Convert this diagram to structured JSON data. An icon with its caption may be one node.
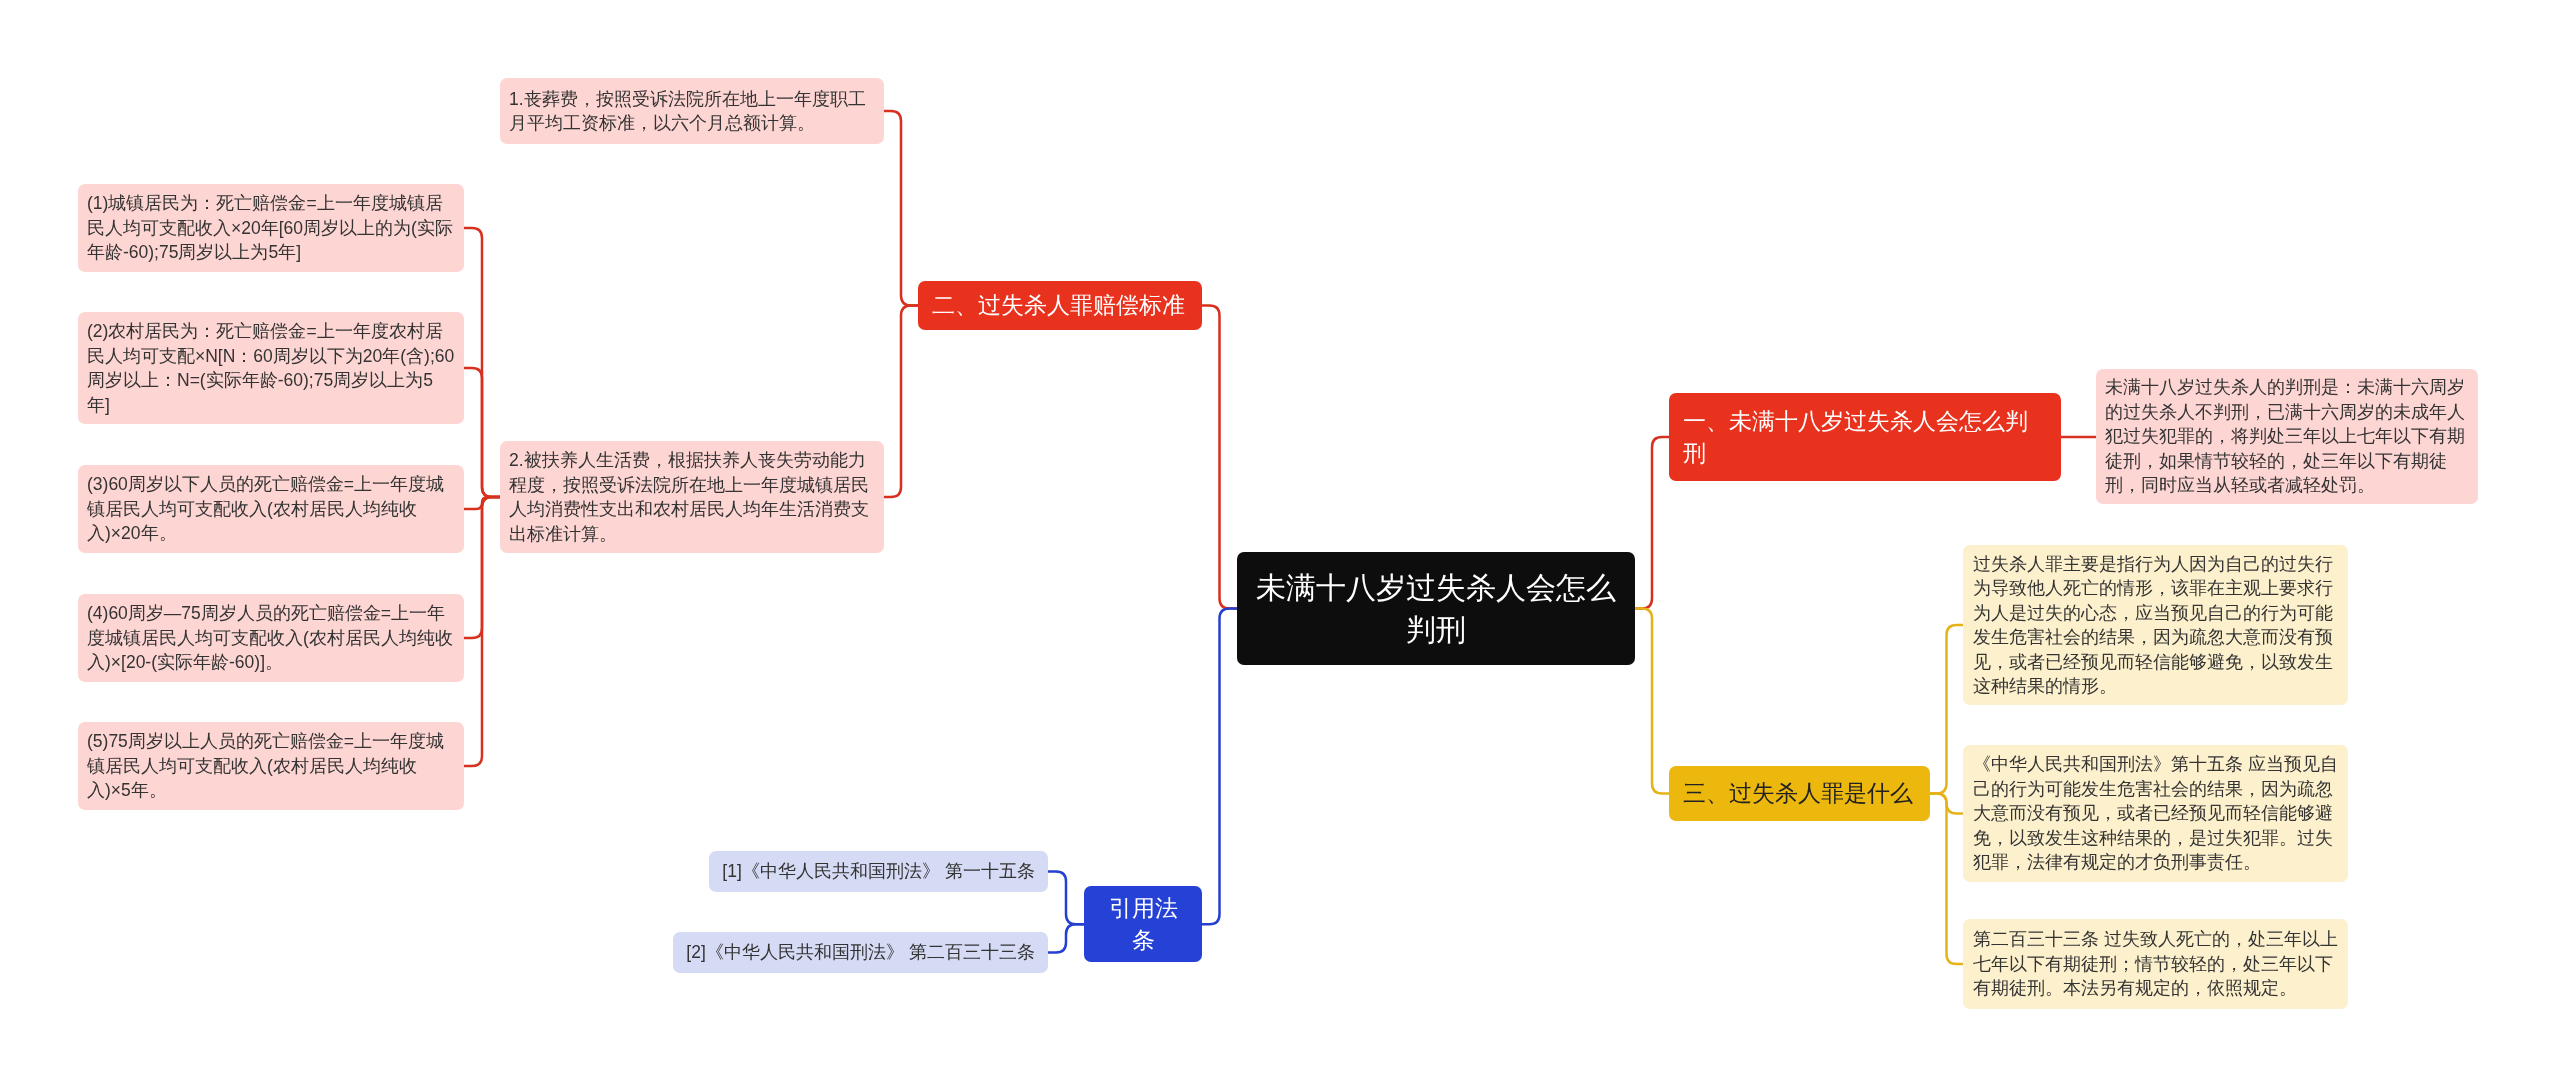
{
  "diagram": {
    "nodes": [
      {
        "text": [
          "未满十八岁过失杀人会怎么判刑"
        ]
      },
      {
        "text": [
          "二、过失杀人罪赔偿标准"
        ]
      },
      {
        "text": [
          "1.丧葬费，按照受诉法院所在地上一年度职工月平均工资标准，以六个月总额计算。"
        ]
      },
      {
        "text": [
          "2.被扶养人生活费，根据扶养人丧失劳动能力程度，按照受诉法院所在地上一年度城镇居民人均消费性支出和农村居民人均年生活消费支出标准计算。"
        ]
      },
      {
        "text": [
          "(1)城镇居民为：死亡赔偿金=上一年度城镇居民人均可支配收入×20年[60周岁以上的为(实际年龄-60);75周岁以上为5年]"
        ]
      },
      {
        "text": [
          "(2)农村居民为：死亡赔偿金=上一年度农村居民人均可支配×N[N：60周岁以下为20年(含);60周岁以上：N=(实际年龄-60);75周岁以上为5年]"
        ]
      },
      {
        "text": [
          "(3)60周岁以下人员的死亡赔偿金=上一年度城镇居民人均可支配收入(农村居民人均纯收入)×20年。"
        ]
      },
      {
        "text": [
          "(4)60周岁—75周岁人员的死亡赔偿金=上一年度城镇居民人均可支配收入(农村居民人均纯收入)×[20-(实际年龄-60)]。"
        ]
      },
      {
        "text": [
          "(5)75周岁以上人员的死亡赔偿金=上一年度城镇居民人均可支配收入(农村居民人均纯收入)×5年。"
        ]
      },
      {
        "text": [
          "引用法条"
        ]
      },
      {
        "text": [
          "[1]《中华人民共和国刑法》 第一十五条"
        ]
      },
      {
        "text": [
          "[2]《中华人民共和国刑法》 第二百三十三条"
        ]
      },
      {
        "text": [
          "一、未满十八岁过失杀人会怎么判刑"
        ]
      },
      {
        "text": [
          "未满十八岁过失杀人的判刑是：未满十六周岁的过失杀人不判刑，已满十六周岁的未成年人犯过失犯罪的，将判处三年以上七年以下有期徒刑，如果情节较轻的，处三年以下有期徒刑，同时应当从轻或者减轻处罚。"
        ]
      },
      {
        "text": [
          "三、过失杀人罪是什么"
        ]
      },
      {
        "text": [
          "过失杀人罪主要是指行为人因为自己的过失行为导致他人死亡的情形，该罪在主观上要求行为人是过失的心态，应当预见自己的行为可能发生危害社会的结果，因为疏忽大意而没有预见，或者已经预见而轻信能够避免，以致发生这种结果的情形。"
        ]
      },
      {
        "text": [
          "《中华人民共和国刑法》第十五条 应当预见自己的行为可能发生危害社会的结果，因为疏忽大意而没有预见，或者已经预见而轻信能够避免，以致发生这种结果的，是过失犯罪。过失犯罪，法律有规定的才负刑事责任。"
        ]
      },
      {
        "text": [
          "第二百三十三条 过失致人死亡的，处三年以上七年以下有期徒刑；情节较轻的，处三年以下有期徒刑。本法另有规定的，依照规定。"
        ]
      }
    ],
    "edges": [
      {
        "from": 0,
        "to": 1,
        "arrow": "none",
        "color": "#d8301f"
      },
      {
        "from": 1,
        "to": 2,
        "arrow": "none",
        "color": "#d8301f"
      },
      {
        "from": 1,
        "to": 3,
        "arrow": "none",
        "color": "#d8301f"
      },
      {
        "from": 3,
        "to": 4,
        "arrow": "none",
        "color": "#d8301f"
      },
      {
        "from": 3,
        "to": 5,
        "arrow": "none",
        "color": "#d8301f"
      },
      {
        "from": 3,
        "to": 6,
        "arrow": "none",
        "color": "#d8301f"
      },
      {
        "from": 3,
        "to": 7,
        "arrow": "none",
        "color": "#d8301f"
      },
      {
        "from": 3,
        "to": 8,
        "arrow": "none",
        "color": "#d8301f"
      },
      {
        "from": 0,
        "to": 9,
        "arrow": "none",
        "color": "#2440d0"
      },
      {
        "from": 9,
        "to": 10,
        "arrow": "none",
        "color": "#2440d0"
      },
      {
        "from": 9,
        "to": 11,
        "arrow": "none",
        "color": "#2440d0"
      },
      {
        "from": 0,
        "to": 12,
        "arrow": "none",
        "color": "#d8301f"
      },
      {
        "from": 12,
        "to": 13,
        "arrow": "none",
        "color": "#d8301f"
      },
      {
        "from": 0,
        "to": 14,
        "arrow": "none",
        "color": "#e6b21a"
      },
      {
        "from": 14,
        "to": 15,
        "arrow": "none",
        "color": "#e6b21a"
      },
      {
        "from": 14,
        "to": 16,
        "arrow": "none",
        "color": "#e6b21a"
      },
      {
        "from": 14,
        "to": 17,
        "arrow": "none",
        "color": "#e6b21a"
      }
    ]
  }
}
